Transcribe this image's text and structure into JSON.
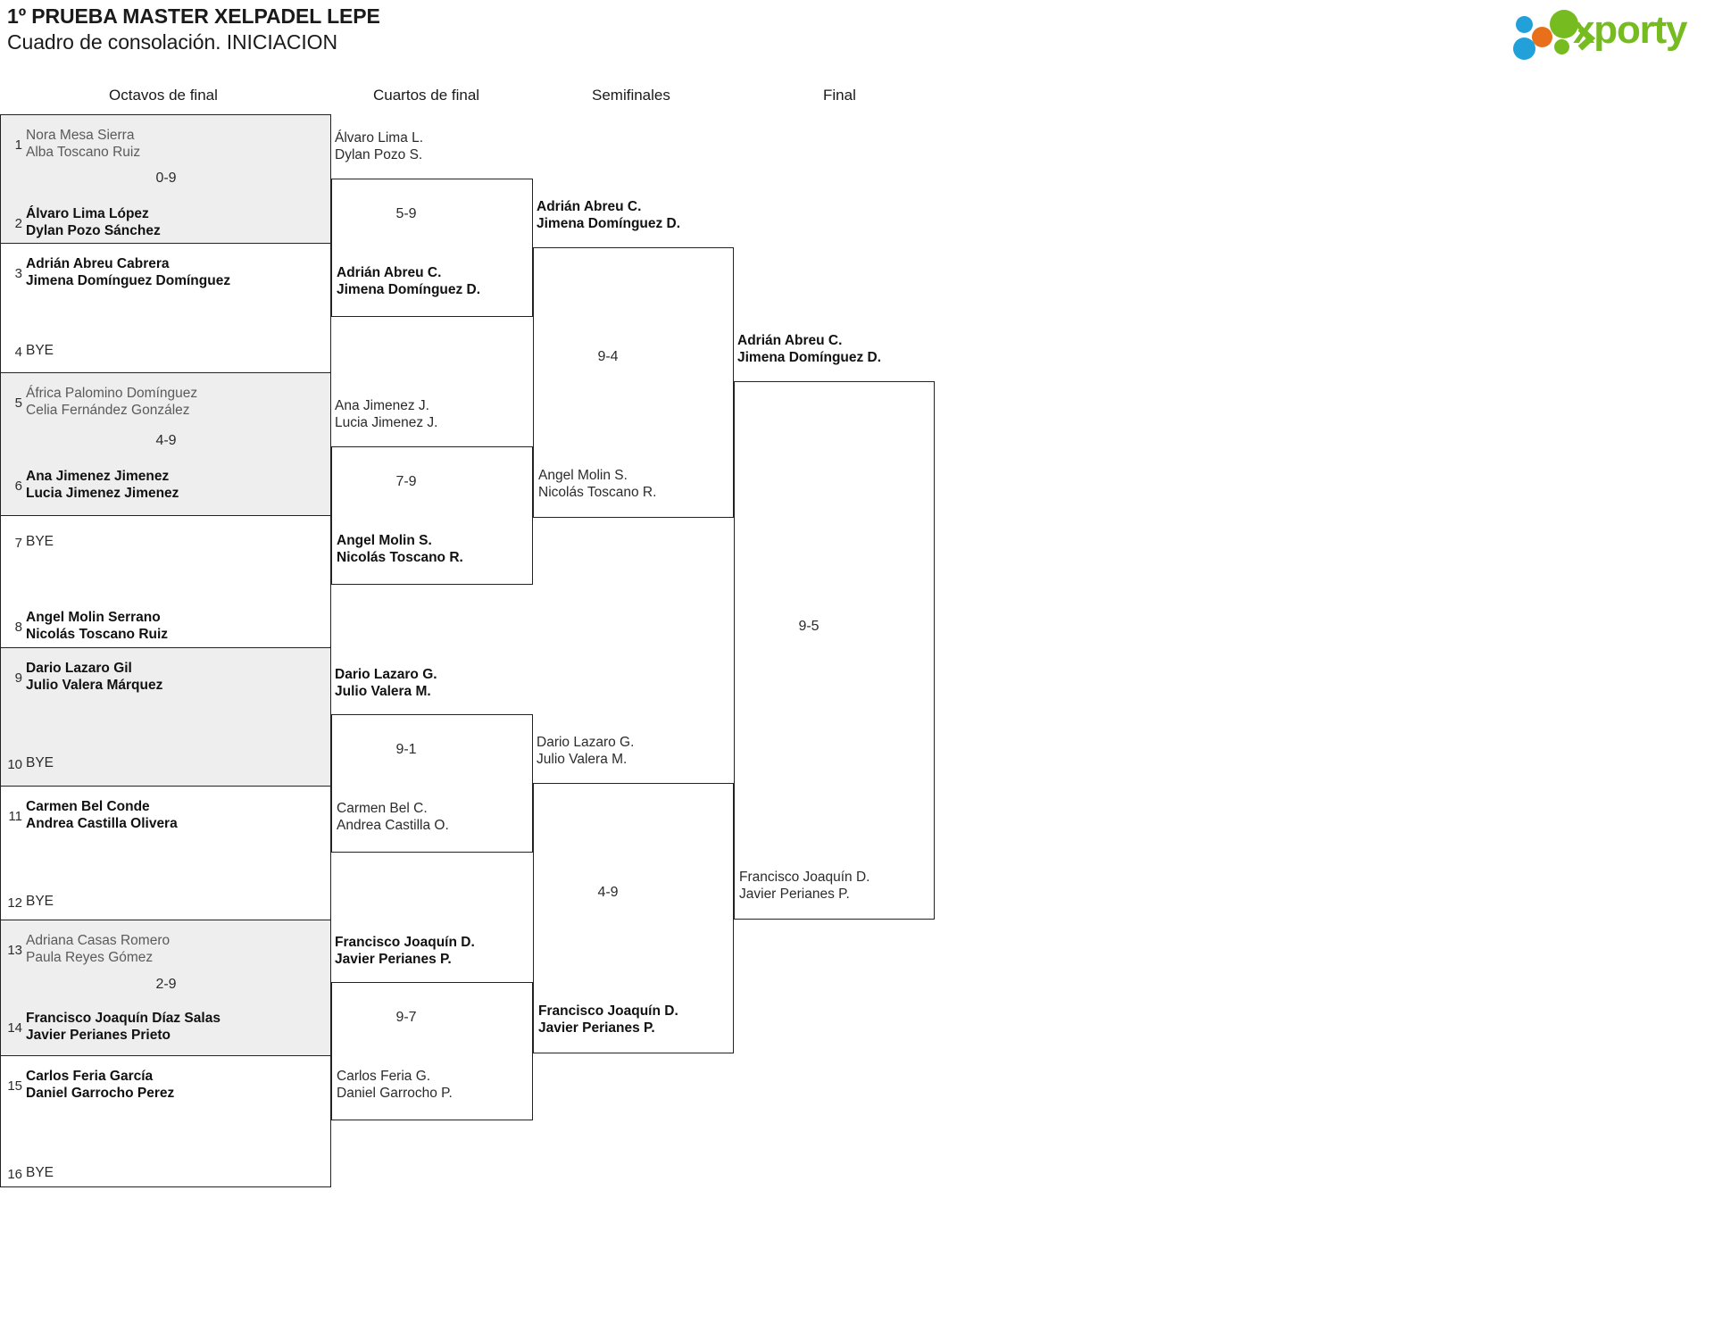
{
  "header": {
    "title_line1": "1º PRUEBA MASTER XELPADEL LEPE",
    "title_line2": "Cuadro de consolación. INICIACION",
    "logo_text": "xporty",
    "logo_colors": {
      "green": "#76bc21",
      "orange": "#e8701a",
      "blue": "#22a0da"
    }
  },
  "rounds": [
    {
      "label": "Octavos de final"
    },
    {
      "label": "Cuartos de final"
    },
    {
      "label": "Semifinales"
    },
    {
      "label": "Final"
    }
  ],
  "round16": {
    "entries": [
      {
        "seed": "1",
        "p1": "Nora Mesa Sierra",
        "p2": "Alba Toscano Ruiz",
        "bye": false,
        "winner": false
      },
      {
        "seed": "2",
        "p1": "Álvaro Lima López",
        "p2": "Dylan Pozo Sánchez",
        "bye": false,
        "winner": true
      },
      {
        "seed": "3",
        "p1": "Adrián Abreu Cabrera",
        "p2": "Jimena Domínguez Domínguez",
        "bye": false,
        "winner": true
      },
      {
        "seed": "4",
        "bye_label": "BYE",
        "bye": true,
        "winner": false
      },
      {
        "seed": "5",
        "p1": "África Palomino Domínguez",
        "p2": "Celia Fernández González",
        "bye": false,
        "winner": false
      },
      {
        "seed": "6",
        "p1": "Ana Jimenez Jimenez",
        "p2": "Lucia Jimenez Jimenez",
        "bye": false,
        "winner": true
      },
      {
        "seed": "7",
        "bye_label": "BYE",
        "bye": true,
        "winner": false
      },
      {
        "seed": "8",
        "p1": "Angel Molin Serrano",
        "p2": "Nicolás Toscano Ruiz",
        "bye": false,
        "winner": true
      },
      {
        "seed": "9",
        "p1": "Dario Lazaro Gil",
        "p2": "Julio Valera Márquez",
        "bye": false,
        "winner": true
      },
      {
        "seed": "10",
        "bye_label": "BYE",
        "bye": true,
        "winner": false
      },
      {
        "seed": "11",
        "p1": "Carmen Bel Conde",
        "p2": "Andrea Castilla Olivera",
        "bye": false,
        "winner": true
      },
      {
        "seed": "12",
        "bye_label": "BYE",
        "bye": true,
        "winner": false
      },
      {
        "seed": "13",
        "p1": "Adriana Casas Romero",
        "p2": "Paula Reyes Gómez",
        "bye": false,
        "winner": false
      },
      {
        "seed": "14",
        "p1": "Francisco Joaquín Díaz Salas",
        "p2": "Javier Perianes Prieto",
        "bye": false,
        "winner": true
      },
      {
        "seed": "15",
        "p1": "Carlos Feria García",
        "p2": "Daniel Garrocho Perez",
        "bye": false,
        "winner": true
      },
      {
        "seed": "16",
        "bye_label": "BYE",
        "bye": true,
        "winner": false
      }
    ],
    "scores": [
      "0-9",
      "4-9",
      "2-9"
    ]
  },
  "quarterfinals": [
    {
      "top": {
        "p1": "Álvaro Lima L.",
        "p2": "Dylan Pozo S.",
        "winner": false
      },
      "bottom": {
        "p1": "Adrián Abreu C.",
        "p2": "Jimena Domínguez D.",
        "winner": true
      },
      "score": "5-9"
    },
    {
      "top": {
        "p1": "Ana Jimenez J.",
        "p2": "Lucia Jimenez J.",
        "winner": false
      },
      "bottom": {
        "p1": "Angel Molin S.",
        "p2": "Nicolás Toscano R.",
        "winner": true
      },
      "score": "7-9"
    },
    {
      "top": {
        "p1": "Dario Lazaro G.",
        "p2": "Julio Valera M.",
        "winner": true
      },
      "bottom": {
        "p1": "Carmen Bel C.",
        "p2": "Andrea Castilla O.",
        "winner": false
      },
      "score": "9-1"
    },
    {
      "top": {
        "p1": "Francisco Joaquín D.",
        "p2": "Javier Perianes P.",
        "winner": true
      },
      "bottom": {
        "p1": "Carlos Feria G.",
        "p2": "Daniel Garrocho P.",
        "winner": false
      },
      "score": "9-7"
    }
  ],
  "semifinals": [
    {
      "top": {
        "p1": "Adrián Abreu C.",
        "p2": "Jimena Domínguez D.",
        "winner": true
      },
      "bottom": {
        "p1": "Angel Molin S.",
        "p2": "Nicolás Toscano R.",
        "winner": false
      },
      "score": "9-4"
    },
    {
      "top": {
        "p1": "Dario Lazaro G.",
        "p2": "Julio Valera M.",
        "winner": false
      },
      "bottom": {
        "p1": "Francisco Joaquín D.",
        "p2": "Javier Perianes P.",
        "winner": true
      },
      "score": "4-9"
    }
  ],
  "final": {
    "top": {
      "p1": "Adrián Abreu C.",
      "p2": "Jimena Domínguez D.",
      "winner": true
    },
    "bottom": {
      "p1": "Francisco Joaquín D.",
      "p2": "Javier Perianes P.",
      "winner": false
    },
    "score": "9-5"
  }
}
